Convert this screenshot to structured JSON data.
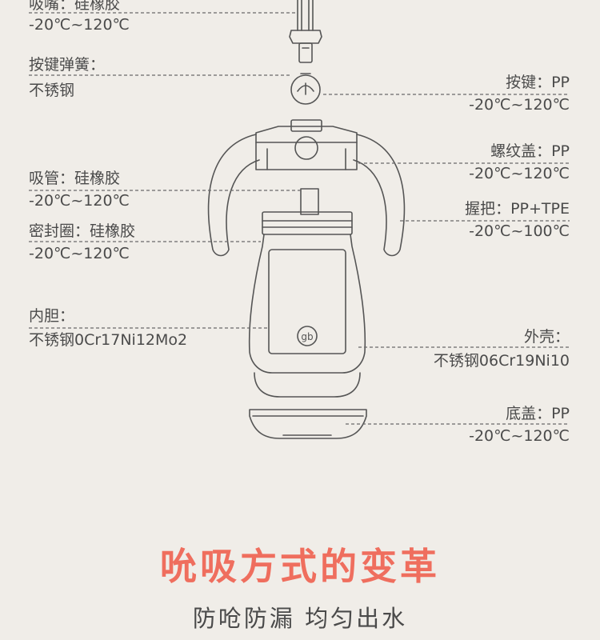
{
  "labels": {
    "mouthpiece": {
      "name": "吸嘴：",
      "material": "硅橡胶",
      "temp": "-20℃~120℃"
    },
    "spring": {
      "name": "按键弹簧：",
      "material": "不锈钢"
    },
    "button": {
      "name": "按键：",
      "material": "PP",
      "temp": "-20℃~120℃"
    },
    "screw_cap": {
      "name": "螺纹盖：",
      "material": "PP",
      "temp": "-20℃~120℃"
    },
    "straw": {
      "name": "吸管：",
      "material": "硅橡胶",
      "temp": "-20℃~120℃"
    },
    "handle": {
      "name": "握把：",
      "material": "PP+TPE",
      "temp": "-20℃~100℃"
    },
    "seal_ring": {
      "name": "密封圈：",
      "material": "硅橡胶",
      "temp": "-20℃~120℃"
    },
    "liner": {
      "name": "内胆：",
      "material": "不锈钢0Cr17Ni12Mo2"
    },
    "shell": {
      "name": "外壳：",
      "material": "不锈钢06Cr19Ni10"
    },
    "base_cap": {
      "name": "底盖：",
      "material": "PP",
      "temp": "-20℃~120℃"
    }
  },
  "logo": "gb",
  "title": "吮吸方式的变革",
  "subtitle": "防呛防漏 均匀出水",
  "colors": {
    "background": "#f0ede8",
    "accent": "#ef6e5e",
    "line": "#5a5a5a"
  }
}
